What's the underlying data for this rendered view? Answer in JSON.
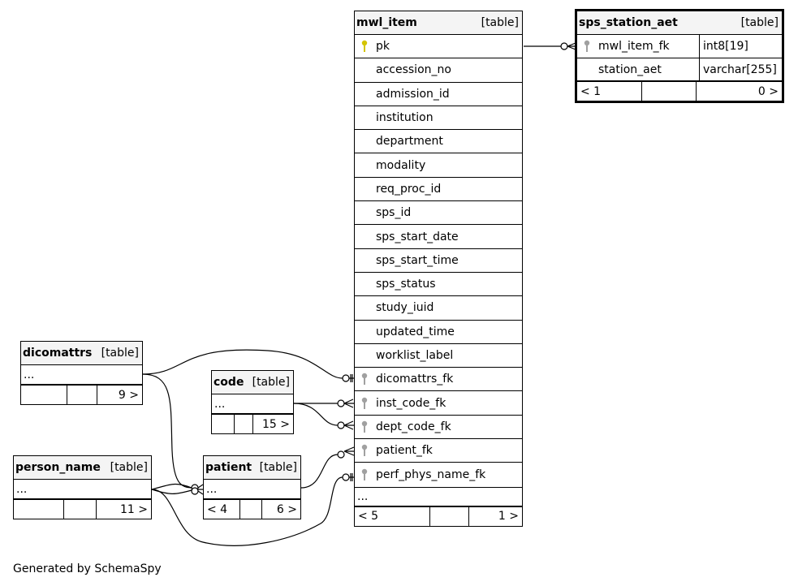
{
  "footer_text": "Generated by SchemaSpy",
  "tables": {
    "mwl_item": {
      "name": "mwl_item",
      "kind": "[table]",
      "columns": [
        {
          "label": "pk",
          "key": "primary"
        },
        {
          "label": "accession_no",
          "key": "none"
        },
        {
          "label": "admission_id",
          "key": "none"
        },
        {
          "label": "institution",
          "key": "none"
        },
        {
          "label": "department",
          "key": "none"
        },
        {
          "label": "modality",
          "key": "none"
        },
        {
          "label": "req_proc_id",
          "key": "none"
        },
        {
          "label": "sps_id",
          "key": "none"
        },
        {
          "label": "sps_start_date",
          "key": "none"
        },
        {
          "label": "sps_start_time",
          "key": "none"
        },
        {
          "label": "sps_status",
          "key": "none"
        },
        {
          "label": "study_iuid",
          "key": "none"
        },
        {
          "label": "updated_time",
          "key": "none"
        },
        {
          "label": "worklist_label",
          "key": "none"
        },
        {
          "label": "dicomattrs_fk",
          "key": "foreign"
        },
        {
          "label": "inst_code_fk",
          "key": "foreign"
        },
        {
          "label": "dept_code_fk",
          "key": "foreign"
        },
        {
          "label": "patient_fk",
          "key": "foreign"
        },
        {
          "label": "perf_phys_name_fk",
          "key": "foreign"
        }
      ],
      "ellipsis": "...",
      "footer": {
        "left": "< 5",
        "mid": "",
        "right": "1 >"
      }
    },
    "sps_station_aet": {
      "name": "sps_station_aet",
      "kind": "[table]",
      "columns": [
        {
          "label": "mwl_item_fk",
          "type": "int8[19]",
          "key": "foreign"
        },
        {
          "label": "station_aet",
          "type": "varchar[255]",
          "key": "none"
        }
      ],
      "footer": {
        "left": "< 1",
        "mid": "",
        "right": "0 >"
      }
    },
    "dicomattrs": {
      "name": "dicomattrs",
      "kind": "[table]",
      "ellipsis": "...",
      "footer": {
        "left": "",
        "mid": "",
        "right": "9 >"
      }
    },
    "code": {
      "name": "code",
      "kind": "[table]",
      "ellipsis": "...",
      "footer": {
        "left": "",
        "mid": "",
        "right": "15 >"
      }
    },
    "person_name": {
      "name": "person_name",
      "kind": "[table]",
      "ellipsis": "...",
      "footer": {
        "left": "",
        "mid": "",
        "right": "11 >"
      }
    },
    "patient": {
      "name": "patient",
      "kind": "[table]",
      "ellipsis": "...",
      "footer": {
        "left": "< 4",
        "mid": "",
        "right": "6 >"
      }
    }
  },
  "colors": {
    "primary_key": "#d4c400",
    "foreign_key": "#a0a0a0",
    "header_bg": "#f4f4f4"
  }
}
